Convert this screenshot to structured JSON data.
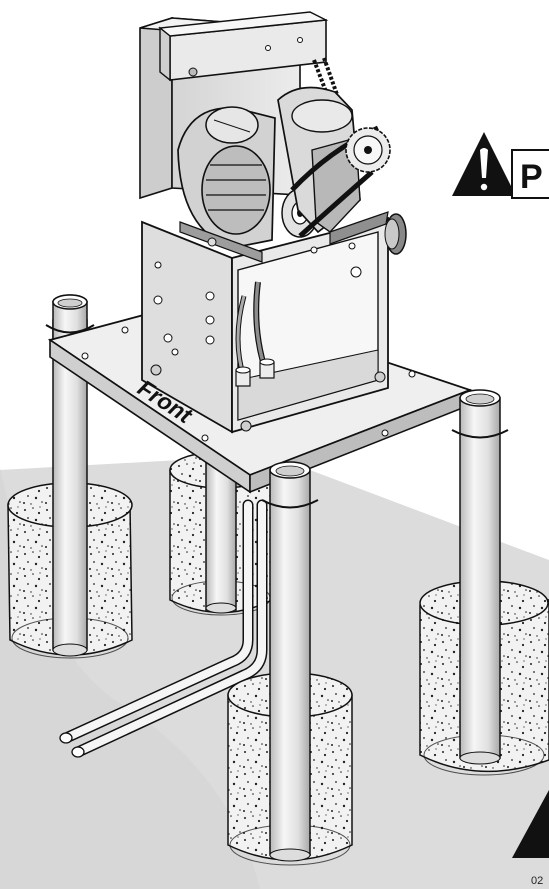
{
  "labels": {
    "front": "Front",
    "warning_letter": "P",
    "page_number": "02"
  },
  "icons": {
    "top_warning": "warning-triangle-icon",
    "bottom_warning": "warning-triangle-icon"
  },
  "colors": {
    "outline": "#111111",
    "ground_shadow": "#d8d8d8",
    "concrete": "#eeeeee",
    "metal_light": "#e6e6e6",
    "metal_mid": "#c9c9c9",
    "metal_dark": "#9a9a9a"
  }
}
